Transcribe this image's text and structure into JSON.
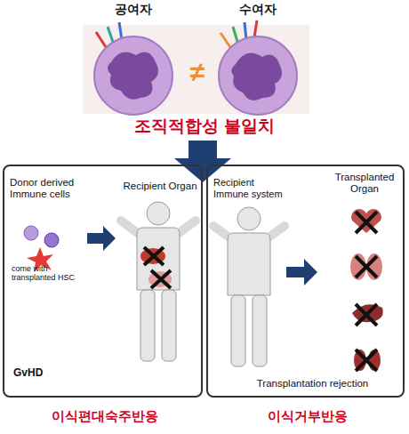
{
  "diagram": {
    "nodes": [
      {
        "text": [
          "Donor derived Immune cells",
          "come with transplanted HSC",
          "Recipient Organ",
          "GvHD",
          "이식편대숙주반응"
        ]
      },
      {
        "text": [
          "Recipient Immune system",
          "Transplanted Organ",
          "Transplantation rejection",
          "이식거부반응"
        ]
      }
    ],
    "labels": [
      "공여자",
      "수여자",
      "≠",
      "조직적합성 불일치"
    ]
  }
}
